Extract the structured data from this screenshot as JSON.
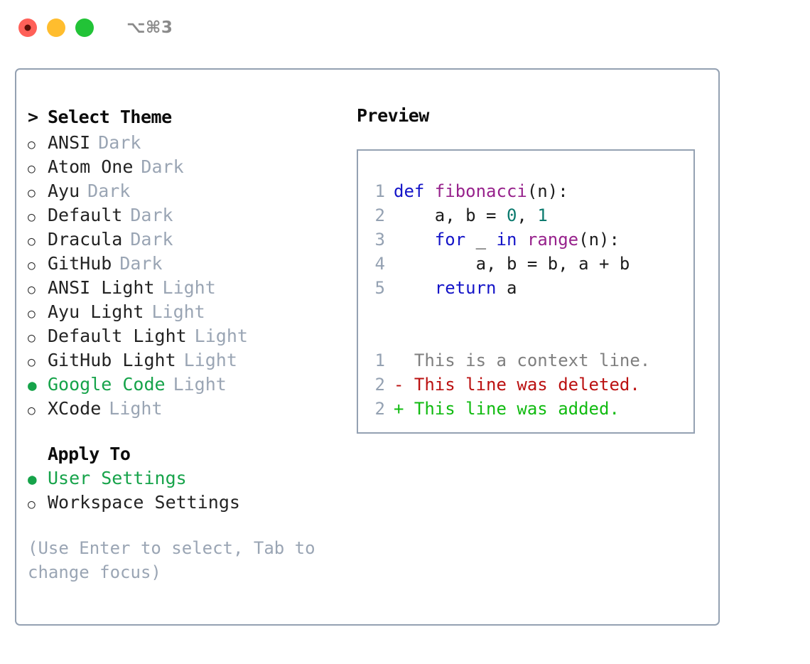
{
  "titlebar": {
    "shortcut": "⌥⌘3",
    "buttons": [
      {
        "name": "close",
        "color": "#ff6058"
      },
      {
        "name": "minimize",
        "color": "#ffbd2e"
      },
      {
        "name": "zoom",
        "color": "#22c337"
      }
    ]
  },
  "theme_picker": {
    "caret": ">",
    "header": "Select Theme",
    "marker_unselected": "○",
    "marker_selected": "●",
    "items": [
      {
        "name": "ANSI",
        "variant": "Dark",
        "selected": false
      },
      {
        "name": "Atom One",
        "variant": "Dark",
        "selected": false
      },
      {
        "name": "Ayu",
        "variant": "Dark",
        "selected": false
      },
      {
        "name": "Default",
        "variant": "Dark",
        "selected": false
      },
      {
        "name": "Dracula",
        "variant": "Dark",
        "selected": false
      },
      {
        "name": "GitHub",
        "variant": "Dark",
        "selected": false
      },
      {
        "name": "ANSI Light",
        "variant": "Light",
        "selected": false
      },
      {
        "name": "Ayu Light",
        "variant": "Light",
        "selected": false
      },
      {
        "name": "Default Light",
        "variant": "Light",
        "selected": false
      },
      {
        "name": "GitHub Light",
        "variant": "Light",
        "selected": false
      },
      {
        "name": "Google Code",
        "variant": "Light",
        "selected": true
      },
      {
        "name": "XCode",
        "variant": "Light",
        "selected": false
      }
    ]
  },
  "apply_to": {
    "header": "Apply To",
    "items": [
      {
        "name": "User Settings",
        "selected": true
      },
      {
        "name": "Workspace Settings",
        "selected": false
      }
    ]
  },
  "hint": "(Use Enter to select, Tab to change focus)",
  "preview": {
    "title": "Preview",
    "code_lines": [
      {
        "num": "1",
        "tokens": [
          {
            "t": "def ",
            "c": "kw"
          },
          {
            "t": "fibonacci",
            "c": "fn"
          },
          {
            "t": "(n):",
            "c": "plain"
          }
        ]
      },
      {
        "num": "2",
        "tokens": [
          {
            "t": "    a, b = ",
            "c": "plain"
          },
          {
            "t": "0",
            "c": "num"
          },
          {
            "t": ", ",
            "c": "plain"
          },
          {
            "t": "1",
            "c": "num"
          }
        ]
      },
      {
        "num": "3",
        "tokens": [
          {
            "t": "    ",
            "c": "plain"
          },
          {
            "t": "for",
            "c": "kw"
          },
          {
            "t": " _ ",
            "c": "plain"
          },
          {
            "t": "in",
            "c": "kw"
          },
          {
            "t": " ",
            "c": "plain"
          },
          {
            "t": "range",
            "c": "fn"
          },
          {
            "t": "(n):",
            "c": "plain"
          }
        ]
      },
      {
        "num": "4",
        "tokens": [
          {
            "t": "        a, b = b, a + b",
            "c": "plain"
          }
        ]
      },
      {
        "num": "5",
        "tokens": [
          {
            "t": "    ",
            "c": "plain"
          },
          {
            "t": "return",
            "c": "kw"
          },
          {
            "t": " a",
            "c": "plain"
          }
        ]
      }
    ],
    "diff_lines": [
      {
        "num": "1",
        "sign": " ",
        "text": " This is a context line.",
        "kind": "ctx"
      },
      {
        "num": "2",
        "sign": "-",
        "text": " This line was deleted.",
        "kind": "del"
      },
      {
        "num": "2",
        "sign": "+",
        "text": " This line was added.",
        "kind": "add"
      }
    ]
  },
  "colors": {
    "panel_border": "#94a1b2",
    "variant_label": "#9aa5b4",
    "selected_green": "#16a34a",
    "keyword_blue": "#1414c8",
    "function_purple": "#97228c",
    "number_teal": "#0b7a6e",
    "diff_deleted": "#bb1111",
    "diff_added": "#11bb11",
    "diff_context": "#7f7f7f",
    "line_number": "#94a1b2"
  }
}
